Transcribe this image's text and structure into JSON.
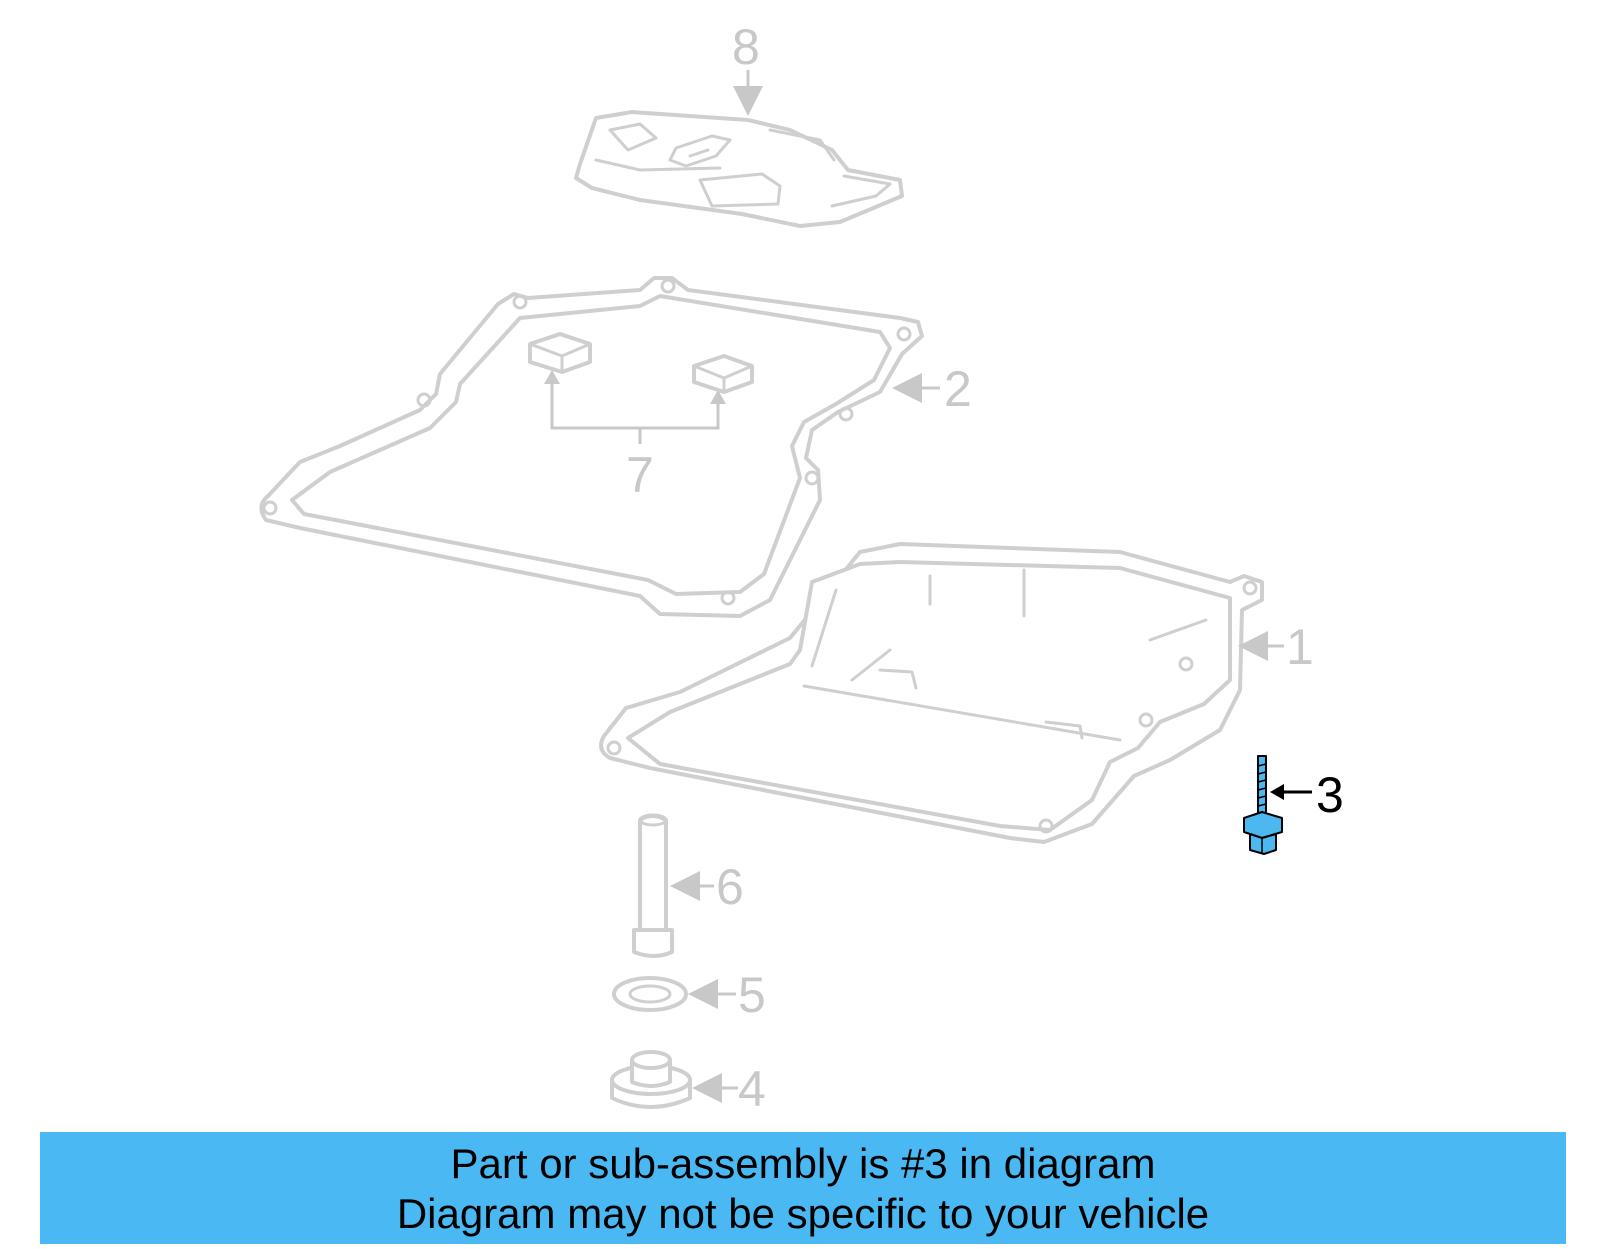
{
  "diagram": {
    "callouts": {
      "c1": "1",
      "c2": "2",
      "c3": "3",
      "c4": "4",
      "c5": "5",
      "c6": "6",
      "c7": "7",
      "c8": "8"
    },
    "highlighted_part": "3",
    "highlight_color": "#4db8f0",
    "inactive_color": "#cfcfcf"
  },
  "banner": {
    "line1": "Part or sub-assembly is #3 in diagram",
    "line2": "Diagram may not be specific to your vehicle",
    "background_color": "#4ab8f2"
  }
}
